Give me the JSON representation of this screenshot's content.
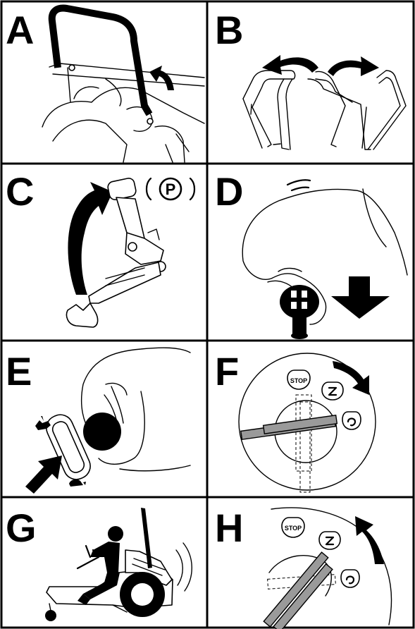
{
  "panels": [
    {
      "letter": "A"
    },
    {
      "letter": "B"
    },
    {
      "letter": "C",
      "symbol": "P"
    },
    {
      "letter": "D"
    },
    {
      "letter": "E"
    },
    {
      "letter": "F",
      "key_labels": [
        "STOP"
      ]
    },
    {
      "letter": "G"
    },
    {
      "letter": "H",
      "key_labels": [
        "STOP"
      ]
    }
  ],
  "colors": {
    "ink": "#000000",
    "paper": "#ffffff",
    "key_blade": "#9a9a9a"
  }
}
